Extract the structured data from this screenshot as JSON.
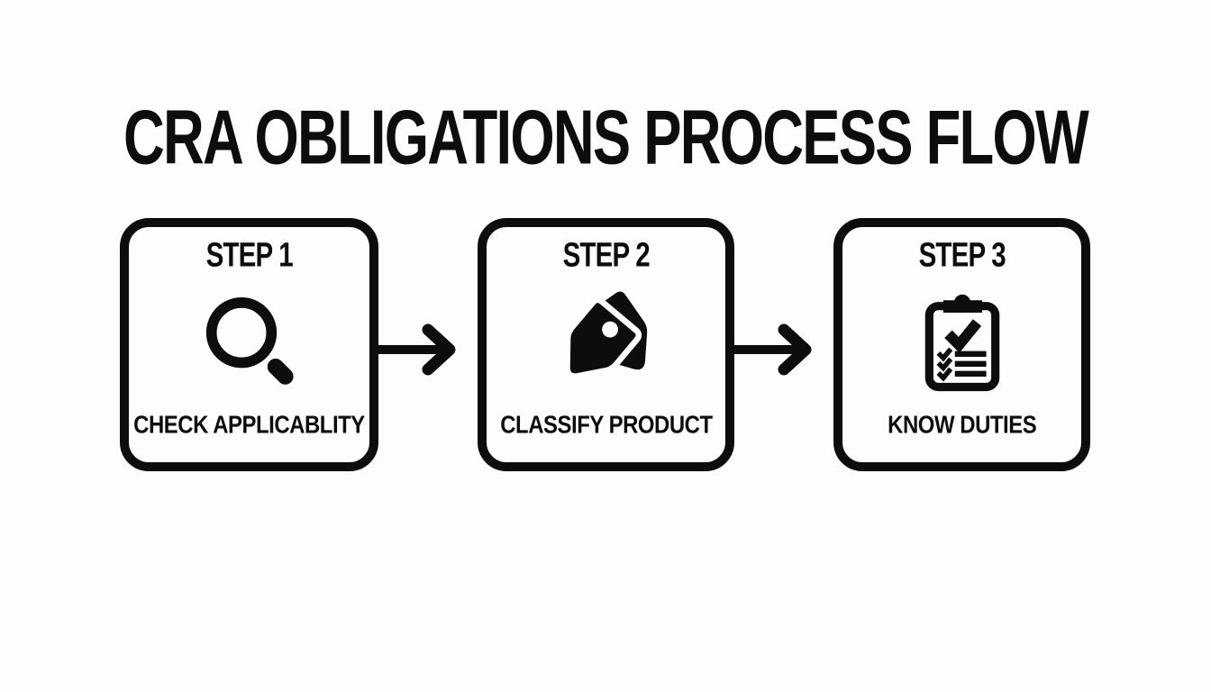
{
  "title": "CRA OBLIGATIONS PROCESS FLOW",
  "steps": [
    {
      "heading": "STEP 1",
      "label": "CHECK APPLICABLITY",
      "icon": "magnifier-icon"
    },
    {
      "heading": "STEP 2",
      "label": "CLASSIFY PRODUCT",
      "icon": "tags-icon"
    },
    {
      "heading": "STEP 3",
      "label": "KNOW DUTIES",
      "icon": "clipboard-checklist-icon"
    }
  ],
  "connectors": [
    {
      "icon": "arrow-right-icon",
      "direction": "right"
    },
    {
      "icon": "arrow-right-icon",
      "direction": "right"
    }
  ],
  "colors": {
    "background": "#fdfdfd",
    "ink": "#0d0d0d"
  }
}
